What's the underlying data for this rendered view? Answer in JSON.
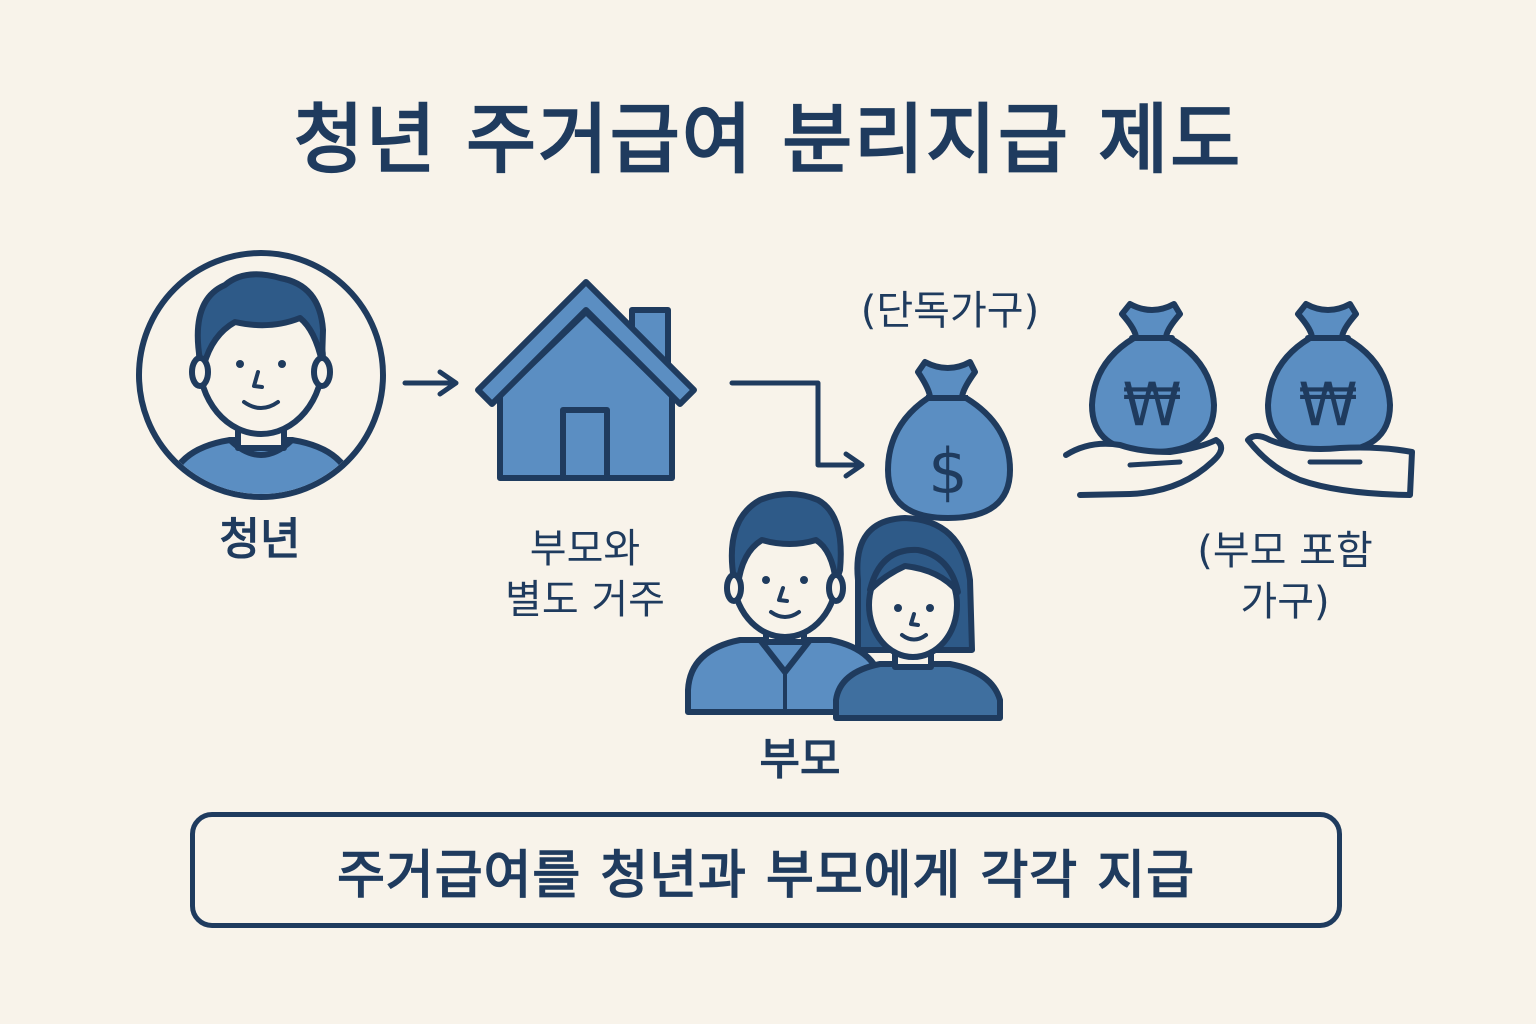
{
  "title": "청년 주거급여 분리지급 제도",
  "labels": {
    "youth": "청년",
    "separate_line1": "부모와",
    "separate_line2": "별도 거주",
    "single_household": "(단독가구)",
    "parents": "부모",
    "incl_line1": "(부모 포함",
    "incl_line2": "가구)"
  },
  "bag_symbols": {
    "dollar": "$",
    "won": "₩"
  },
  "summary": "주거급여를 청년과 부모에게 각각 지급",
  "colors": {
    "background": "#f8f3ea",
    "outline": "#1f3b5e",
    "fill_light": "#5b8ec2",
    "fill_dark": "#3f6f9f",
    "skin": "#f8f3ea"
  }
}
